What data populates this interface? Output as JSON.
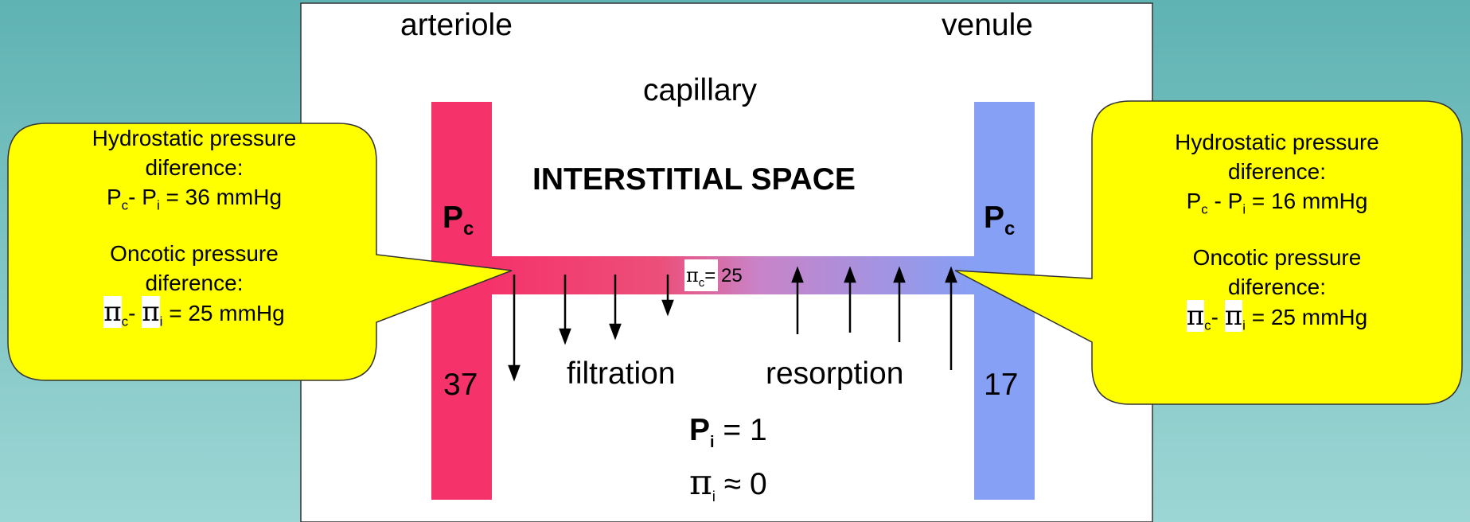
{
  "labels": {
    "arteriole": "arteriole",
    "venule": "venule",
    "capillary": "capillary",
    "interstitial_space": "INTERSTITIAL SPACE",
    "pc_symbol": "P",
    "pc_sub": "c",
    "arteriole_pressure": "37",
    "venule_pressure": "17",
    "filtration": "filtration",
    "resorption": "resorption",
    "pi_capillary": "π",
    "pi_capillary_sub": "c",
    "pi_capillary_value": "= 25",
    "pi_interstitial_symbol": "P",
    "pi_interstitial_sub": "i",
    "pi_interstitial_value": "= 1",
    "oncotic_interstitial_symbol": "π",
    "oncotic_interstitial_sub": "i",
    "oncotic_interstitial_value": "≈ 0"
  },
  "callout_left": {
    "line1": "Hydrostatic pressure",
    "line2": "diference:",
    "eq_p": "P",
    "eq_sub_c": "c",
    "eq_dash": "- P",
    "eq_sub_i": "i",
    "eq_value": " = 36 mmHg",
    "line4": "Oncotic pressure",
    "line5": "diference:",
    "pi1": "π",
    "pi_sub_c": "c",
    "pi_dash": "-",
    "pi2": "π",
    "pi_sub_i": "i",
    "pi_value": "= 25 mmHg"
  },
  "callout_right": {
    "line1": "Hydrostatic pressure",
    "line2": "diference:",
    "eq_p": "P",
    "eq_sub_c": "c",
    "eq_dash": " - P",
    "eq_sub_i": "i",
    "eq_value": " = 16 mmHg",
    "line4": "Oncotic pressure",
    "line5": "diference:",
    "pi1": "π",
    "pi_sub_c": "c",
    "pi_dash": "-",
    "pi2": "π",
    "pi_sub_i": "i",
    "pi_value": "= 25 mmHg"
  },
  "colors": {
    "background_top": "#5fb3b3",
    "background_bottom": "#9dd6d4",
    "arteriole": "#f5336a",
    "venule": "#85a0f5",
    "callout_fill": "#ffff00",
    "panel": "#ffffff"
  }
}
